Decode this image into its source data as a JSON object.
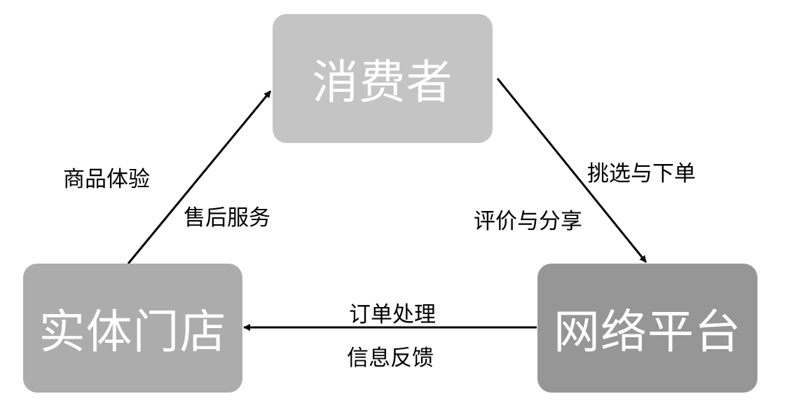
{
  "nodes": {
    "consumer": "消费者",
    "store": "实体门店",
    "platform": "网络平台"
  },
  "edges": {
    "store_to_consumer": {
      "label_1": "商品体验",
      "label_2": "售后服务"
    },
    "consumer_to_platform": {
      "label_1": "挑选与下单",
      "label_2": "评价与分享"
    },
    "platform_to_store": {
      "label_1": "订单处理",
      "label_2": "信息反馈"
    }
  },
  "colors": {
    "consumer_fill": "#c4c4c4",
    "store_fill": "#acacac",
    "platform_fill": "#969696",
    "arrow": "#000000"
  }
}
